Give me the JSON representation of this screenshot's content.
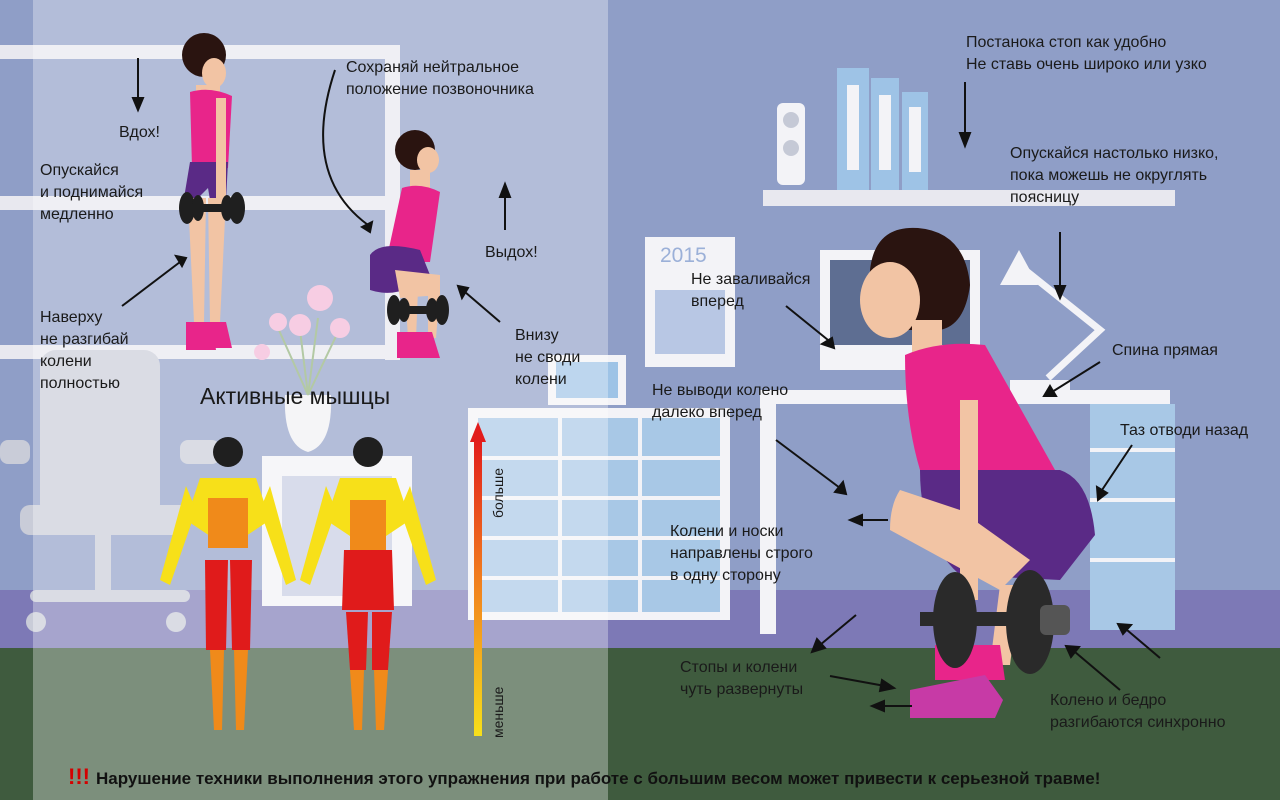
{
  "calendar_year": "2015",
  "labels": {
    "inhale": "Вдох!",
    "exhale": "Выдох!",
    "lower_slowly": "Опускайся\nи поднимайся\nмедленно",
    "top_knees": "Наверху\nне разгибай\nколени\nполностью",
    "neutral_spine": "Сохраняй нейтральное\nположение позвоночника",
    "bottom_knees": "Внизу\nне своди\nколени",
    "feet_position": "Постанока стоп как удобно\nНе ставь очень широко или узко",
    "go_low": "Опускайся настолько низко,\nпока можешь не округлять\nпоясницу",
    "no_lean": "Не заваливайся\nвперед",
    "straight_back": "Спина прямая",
    "knee_forward": "Не выводи колено\nдалеко вперед",
    "hips_back": "Таз отводи назад",
    "knees_toes": "Колени и носки\nнаправлены строго\nв одну сторону",
    "feet_turned": "Стопы и колени\nчуть развернуты",
    "knee_hip_sync": "Колено и бедро\nразгибаются синхронно"
  },
  "muscles": {
    "title": "Активные мышцы",
    "scale_more": "больше",
    "scale_less": "меньше"
  },
  "warning": {
    "marks": "!!!",
    "text": "Нарушение техники выполнения этого упражнения при работе с большим весом может привести к серьезной травме!"
  },
  "colors": {
    "shirt": "#e8258a",
    "shorts": "#5a2a86",
    "hair": "#2a1410",
    "skin": "#f2c4a4",
    "muscle_high": "#e01b1b",
    "muscle_mid": "#f08a1a",
    "muscle_low": "#f7e019",
    "floor": "#3f5b3e",
    "wall": "#8f9ec7"
  }
}
